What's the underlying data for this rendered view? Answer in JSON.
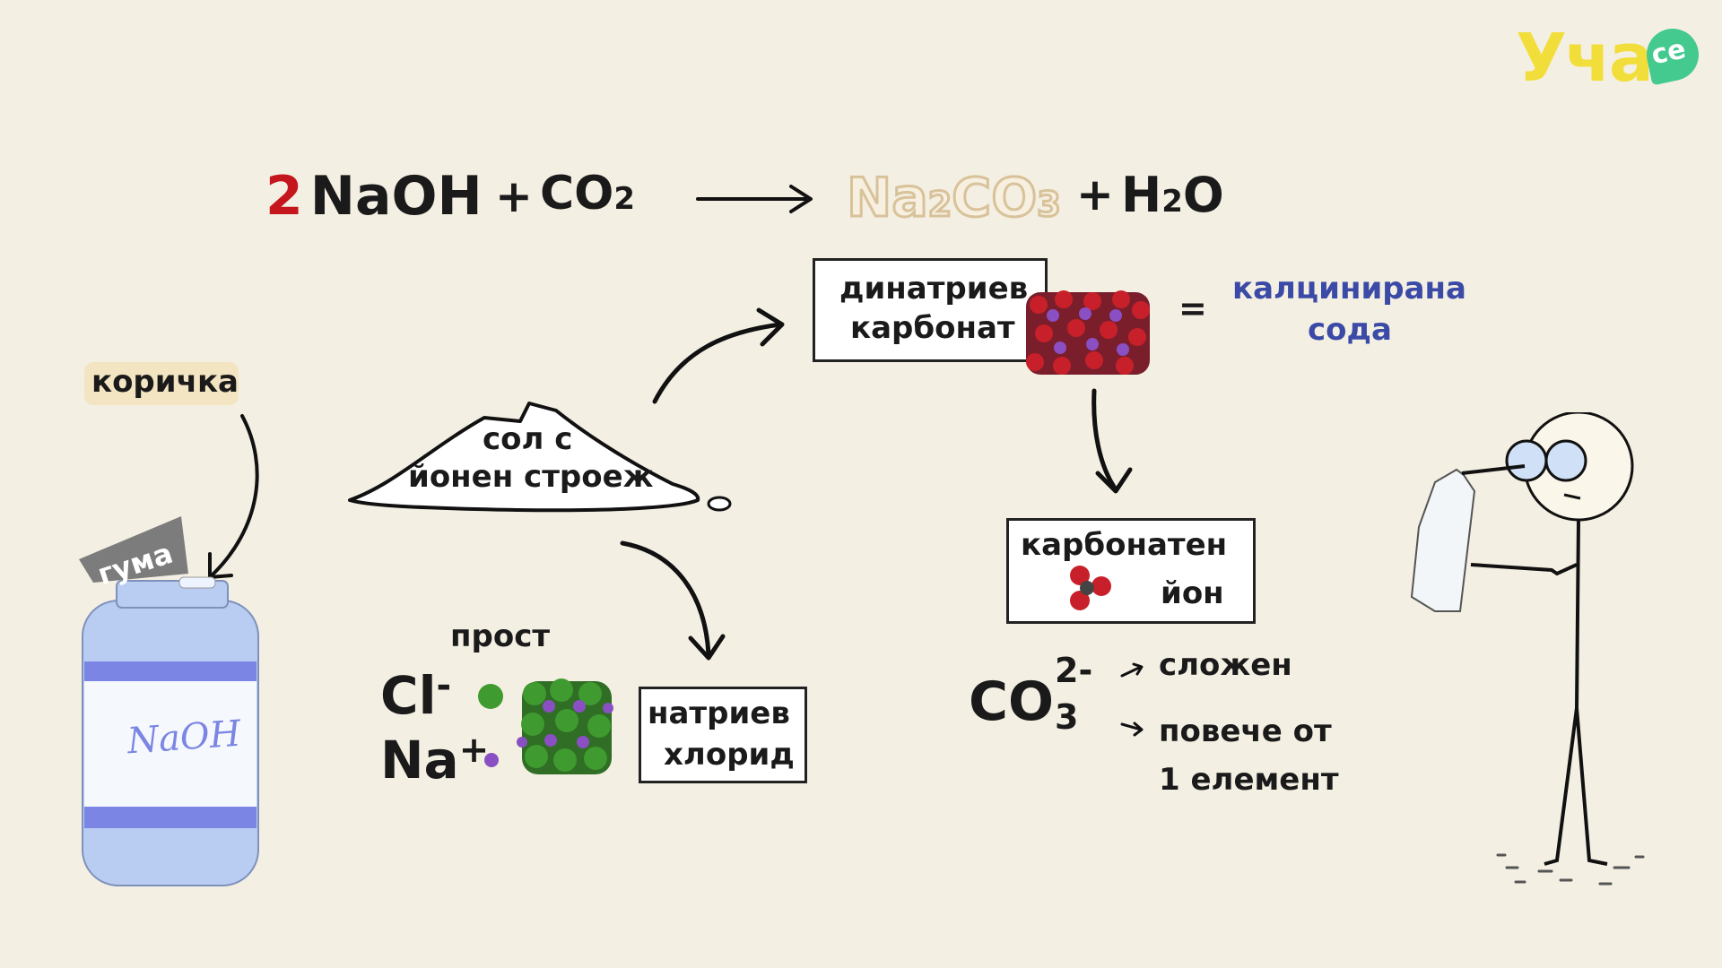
{
  "logo": {
    "main": "Уча",
    "badge": "се"
  },
  "equation": {
    "coef": "2",
    "reactant1": "NaOH",
    "plus1": "+",
    "reactant2": "CO",
    "reactant2_sub": "2",
    "product1": [
      "Na",
      "2",
      "CO",
      "3"
    ],
    "plus2": "+",
    "product2": "H",
    "product2_sub": "2",
    "product2_end": "O"
  },
  "labels": {
    "korichka": "коричка",
    "guma": "гума",
    "bottle": "NaOH",
    "salt_line1": "сол с",
    "salt_line2": "йонен строеж",
    "disodium_line1": "динатриев",
    "disodium_line2": "карбонат",
    "equals": "=",
    "soda_line1": "калцинирана",
    "soda_line2": "сода",
    "prost": "прост",
    "cl": "Cl",
    "cl_charge": "-",
    "na": "Na",
    "na_charge": "+",
    "nacl_line1": "натриев",
    "nacl_line2": "хлорид",
    "carbonate_line1": "карбонатен",
    "carbonate_line2": "йон",
    "co3": "CO",
    "co3_sub": "3",
    "co3_charge": "2-",
    "slozhen": "сложен",
    "poveche_line1": "повече от",
    "poveche_line2": "1 елемент"
  },
  "colors": {
    "background": "#f4efe3",
    "coef": "#c4161c",
    "product_faded": "#e6d6b8",
    "soda": "#3b4aa6",
    "chlorine": "#3f9a2f",
    "sodium": "#8a4fc2",
    "oxygen": "#c8202a",
    "carbon": "#444444",
    "bottle": "#b9cdf2",
    "bottle_band": "#7b85e3",
    "logo": "#f2de3a",
    "logo_badge": "#44c98f"
  }
}
